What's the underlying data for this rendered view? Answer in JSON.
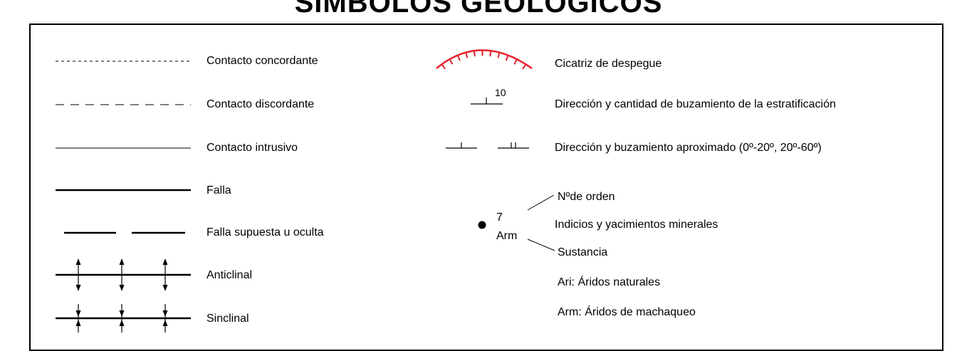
{
  "title": "SÍMBOLOS GEOLÓGICOS",
  "legend_left": [
    {
      "symbol": "dotted-line",
      "label": "Contacto concordante"
    },
    {
      "symbol": "dashed-line",
      "label": "Contacto discordante"
    },
    {
      "symbol": "thin-line",
      "label": "Contacto intrusivo"
    },
    {
      "symbol": "thick-line",
      "label": "Falla"
    },
    {
      "symbol": "thick-dashed-line",
      "label": "Falla supuesta u oculta"
    },
    {
      "symbol": "anticline",
      "label": "Anticlinal"
    },
    {
      "symbol": "syncline",
      "label": "Sinclinal"
    }
  ],
  "legend_right": {
    "scar": {
      "label": "Cicatriz de despegue",
      "color": "#e8202a"
    },
    "dip": {
      "label": "Dirección y cantidad de buzamiento de la estratificación",
      "value": "10"
    },
    "approx_dip": {
      "label": "Dirección y buzamiento aproximado (0º-20º, 20º-60º)"
    },
    "mineral": {
      "number": "7",
      "code": "Arm",
      "order_label": "Nºde orden",
      "label": "Indicios y yacimientos minerales",
      "substance_label": "Sustancia"
    },
    "codes": [
      {
        "text": "Ari: Áridos naturales"
      },
      {
        "text": "Arm: Áridos de machaqueo"
      }
    ]
  }
}
